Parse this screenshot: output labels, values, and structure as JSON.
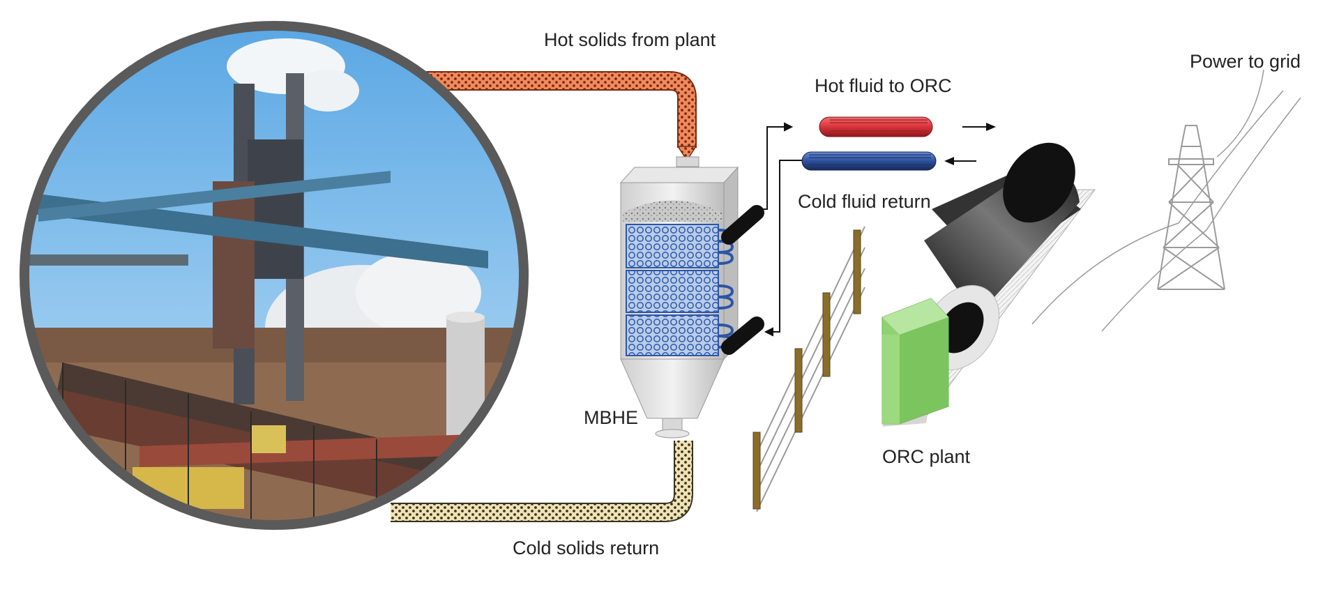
{
  "labels": {
    "hot_solids": "Hot solids from plant",
    "cold_solids": "Cold solids return",
    "hot_fluid": "Hot fluid to ORC",
    "cold_fluid": "Cold fluid return",
    "mbhe": "MBHE",
    "orc_plant": "ORC plant",
    "power": "Power to grid"
  },
  "colors": {
    "hot_solids": "#e8744a",
    "cold_solids": "#e9d9a6",
    "hot_fluid": "#d9333a",
    "cold_fluid": "#2f4f9a",
    "orc_box": "#9ad97f",
    "sky": "#6fb3e6",
    "frame": "#5a5a5a"
  },
  "icons": [
    "steel-plant-photo",
    "mbhe-heat-exchanger-icon",
    "orc-turbine-icon",
    "transmission-tower-icon",
    "fence-icon"
  ]
}
